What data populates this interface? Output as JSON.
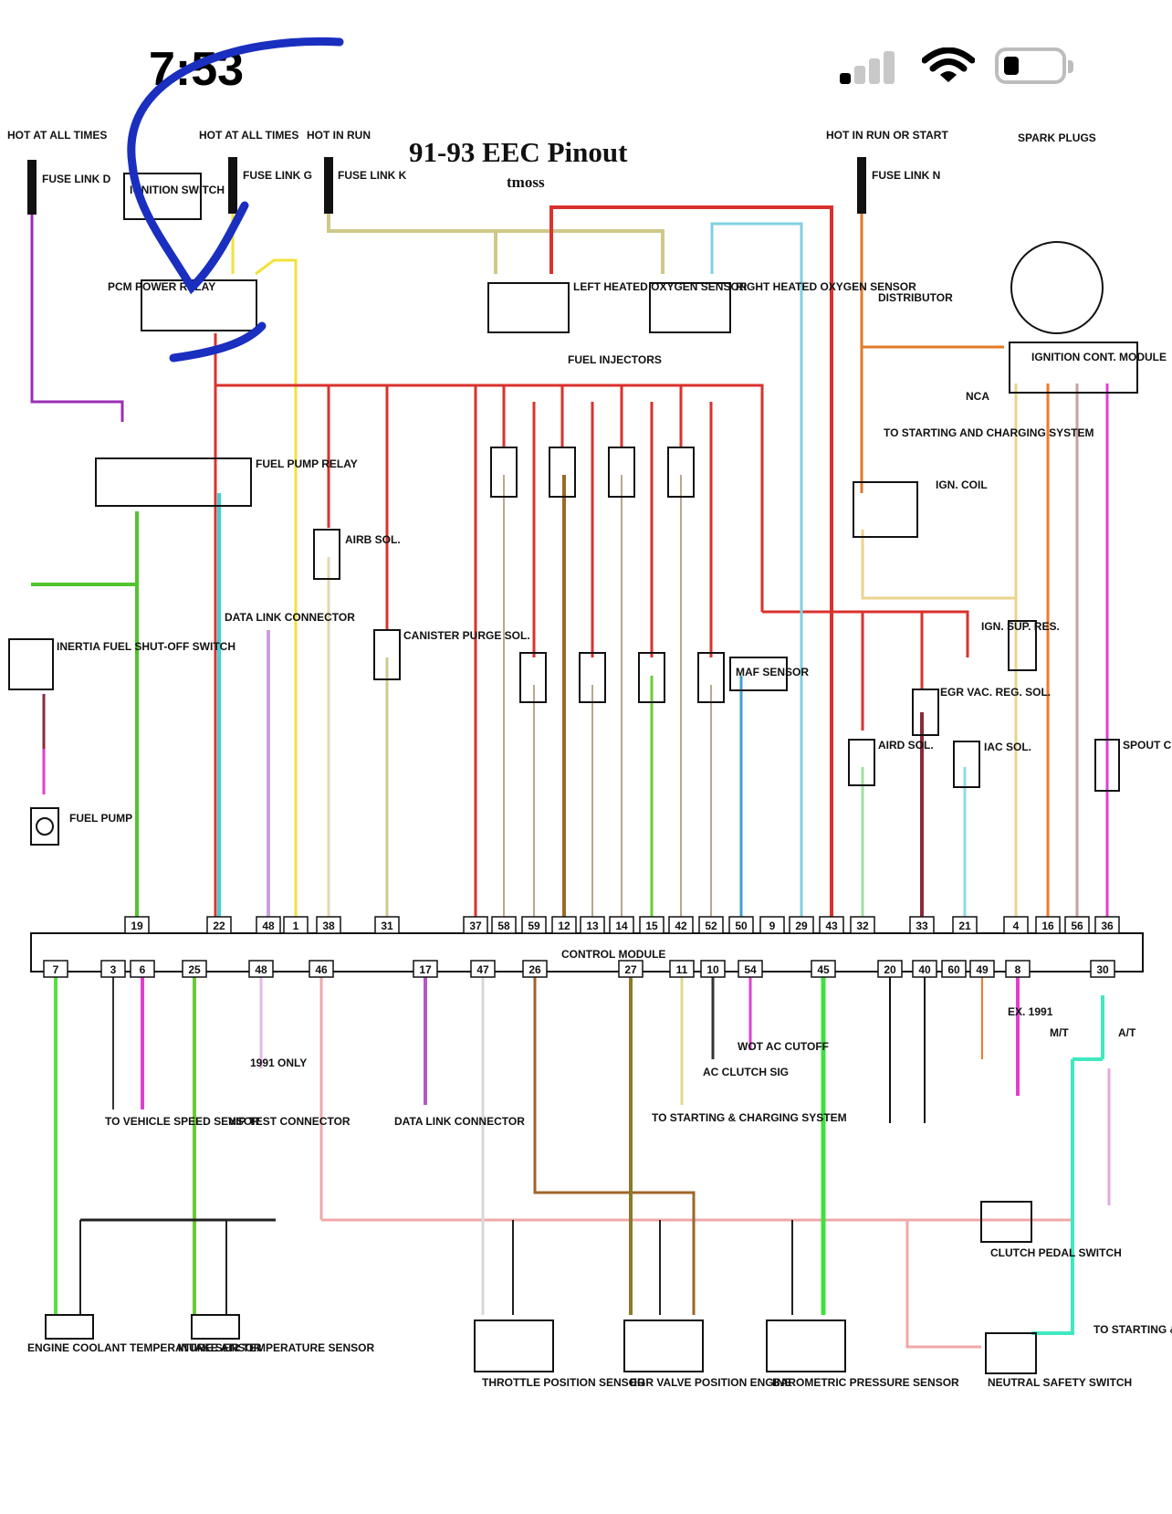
{
  "status_bar": {
    "time": "7:53"
  },
  "diagram": {
    "title": "91-93 EEC Pinout",
    "author": "tmoss",
    "power_sources": {
      "hot_all_times_1": "HOT AT ALL TIMES",
      "fuse_link_d": "FUSE LINK D",
      "ignition_switch": "IGNITION SWITCH",
      "hot_all_times_2": "HOT AT ALL TIMES",
      "fuse_link_g": "FUSE LINK G",
      "hot_in_run": "HOT IN RUN",
      "fuse_link_k": "FUSE LINK K",
      "hot_in_run_or_start": "HOT IN RUN OR START",
      "fuse_link_n": "FUSE LINK N"
    },
    "components": {
      "pcm_power_relay": "PCM POWER RELAY",
      "fuel_pump_relay": "FUEL PUMP RELAY",
      "inertia_switch": "INERTIA FUEL SHUT-OFF SWITCH",
      "fuel_pump": "FUEL PUMP",
      "data_link_connector": "DATA LINK CONNECTOR",
      "airb_sol": "AIRB SOL.",
      "canister_purge": "CANISTER PURGE SOL.",
      "left_ho2s": "LEFT HEATED OXYGEN SENSOR",
      "right_ho2s": "RIGHT HEATED OXYGEN SENSOR",
      "fuel_injectors": "FUEL INJECTORS",
      "maf_sensor": "MAF SENSOR",
      "distributor": "DISTRIBUTOR",
      "spark_plugs": "SPARK PLUGS",
      "ignition_module": "IGNITION CONT. MODULE",
      "to_starting": "TO STARTING AND CHARGING SYSTEM",
      "nca": "NCA",
      "ign_coil": "IGN. COIL",
      "ign_sup_res": "IGN. SUP. RES.",
      "egr_vac": "EGR VAC. REG. SOL.",
      "aird_sol": "AIRD SOL.",
      "iac_sol": "IAC SOL.",
      "spout": "SPOUT CHECK CONN.",
      "control_module": "CONTROL MODULE",
      "ect": "ENGINE COOLANT TEMPERATURE SENSOR",
      "iat": "INTAKE AIR TEMPERATURE SENSOR",
      "tps": "THROTTLE POSITION SENSOR",
      "evp": "EGR VALVE POSITION ENGINE",
      "bp": "BAROMETRIC PRESSURE SENSOR",
      "clutch": "CLUTCH PEDAL SWITCH",
      "nss": "NEUTRAL SAFETY SWITCH",
      "to_vss": "TO VEHICLE SPEED SENSOR",
      "vip": "VIP TEST CONNECTOR",
      "dlc2": "DATA LINK CONNECTOR",
      "to_start2": "TO STARTING & CHARGING SYSTEM",
      "to_start3": "TO STARTING & CHARGING SYSTEMS",
      "only_1991": "1991 ONLY",
      "ex_1991": "EX. 1991",
      "wot": "WOT AC CUTOFF",
      "ac_clutch": "AC CLUTCH SIG",
      "mt": "M/T",
      "at": "A/T"
    },
    "top_pins": [
      "19",
      "22",
      "48",
      "1",
      "38",
      "31",
      "37",
      "58",
      "59",
      "12",
      "13",
      "14",
      "15",
      "42",
      "52",
      "50",
      "9",
      "29",
      "43",
      "32",
      "33",
      "21",
      "4",
      "16",
      "56",
      "36"
    ],
    "bottom_pins": [
      "7",
      "3",
      "6",
      "25",
      "48",
      "46",
      "17",
      "47",
      "26",
      "27",
      "11",
      "10",
      "54",
      "45",
      "20",
      "40",
      "60",
      "49",
      "8",
      "30"
    ]
  }
}
